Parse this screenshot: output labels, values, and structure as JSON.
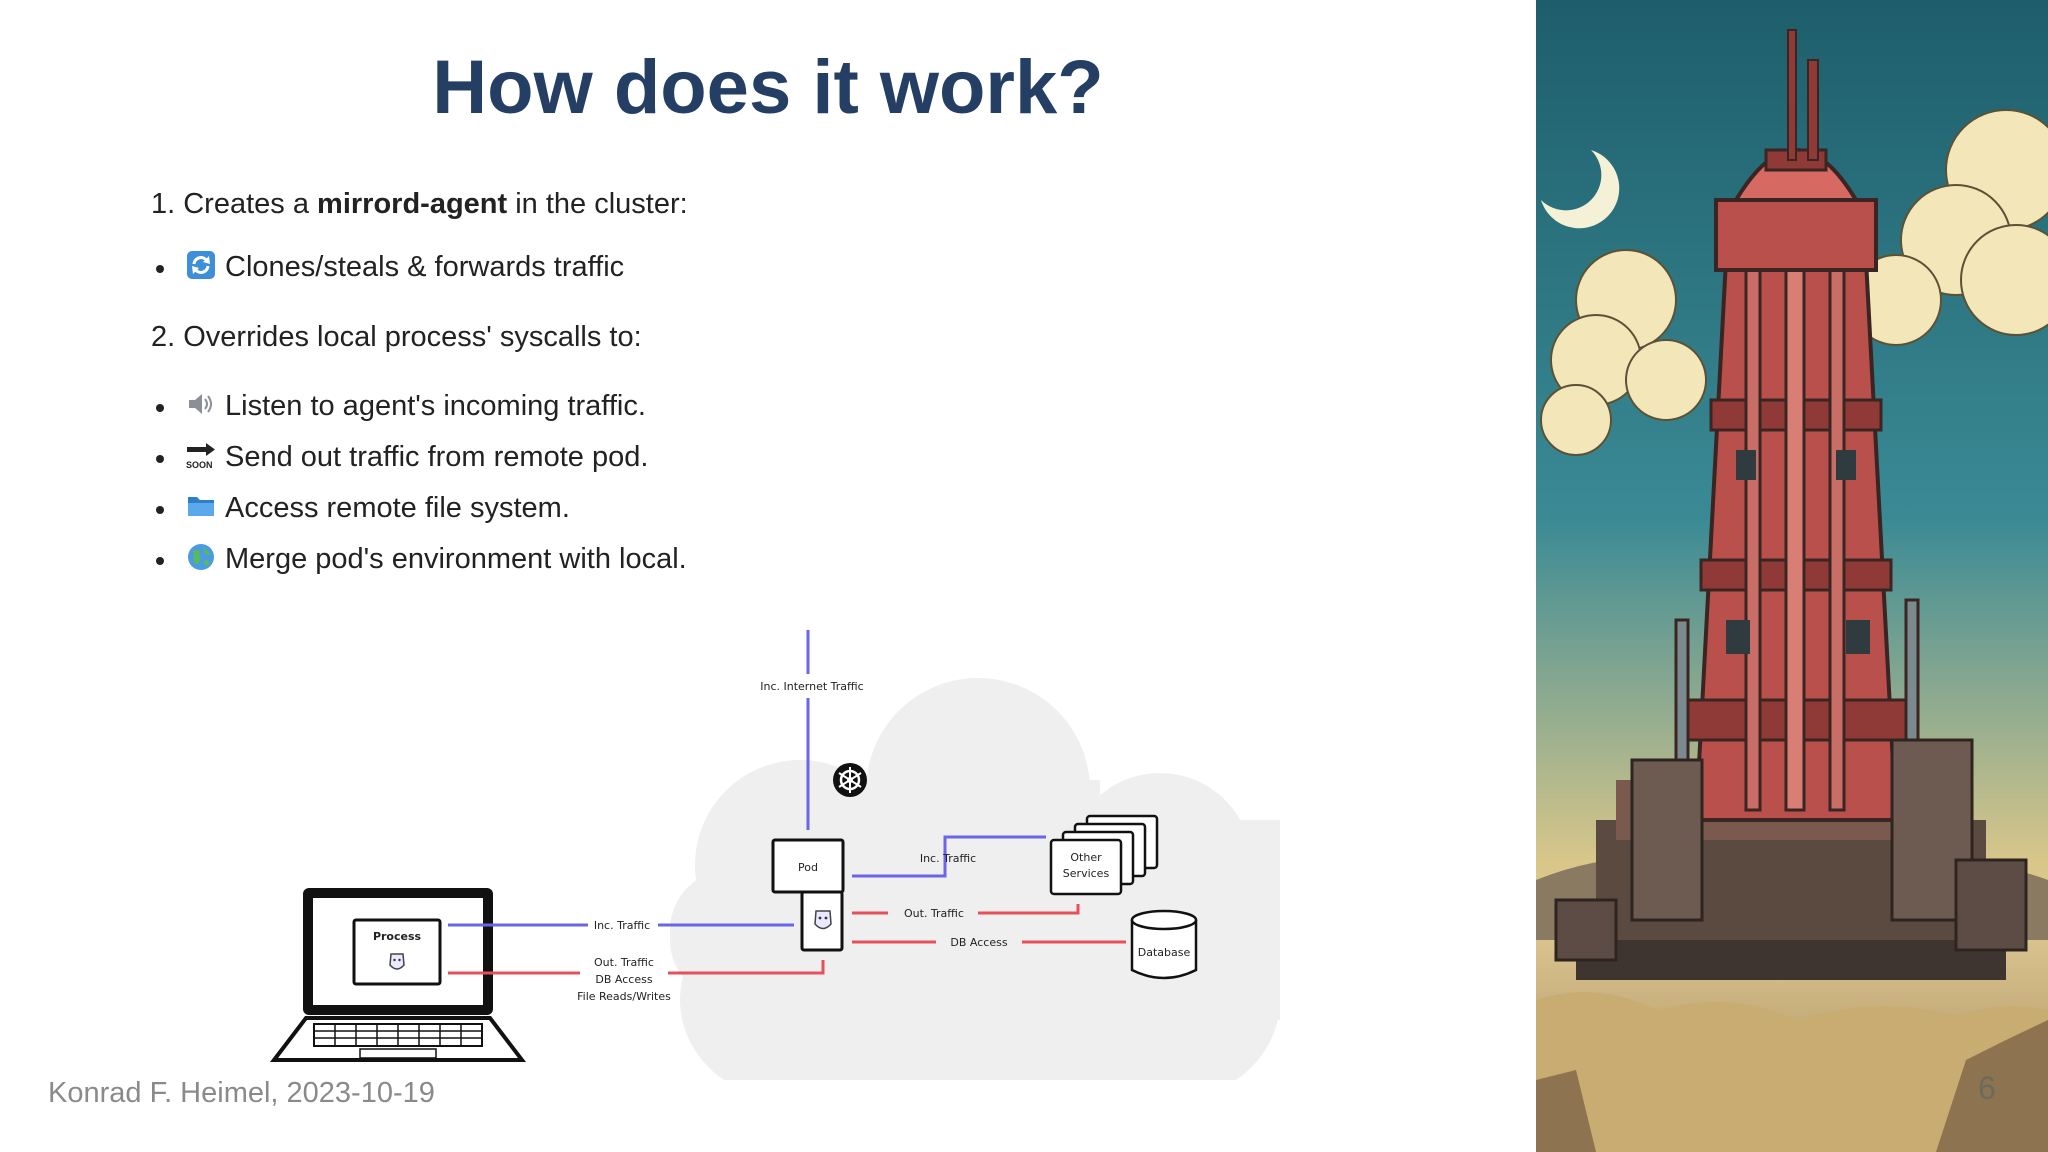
{
  "slide": {
    "title": "How does it work?",
    "step1": {
      "prefix": "1. Creates a ",
      "bold": "mirrord-agent",
      "suffix": " in the cluster:"
    },
    "step1_bullets": [
      {
        "icon": "arrows-cycle-icon",
        "text": "Clones/steals & forwards traffic"
      }
    ],
    "step2": "2. Overrides local process' syscalls to:",
    "step2_bullets": [
      {
        "icon": "speaker-icon",
        "text": "Listen to agent's incoming traffic."
      },
      {
        "icon": "soon-arrow-icon",
        "text": "Send out traffic from remote pod."
      },
      {
        "icon": "folder-icon",
        "text": "Access remote file system."
      },
      {
        "icon": "globe-icon",
        "text": "Merge pod's environment with local."
      }
    ],
    "footer": "Konrad F. Heimel, 2023-10-19",
    "page_number": "6"
  },
  "icons": {
    "soon_label": "SOON"
  },
  "diagram": {
    "internet_traffic_label": "Inc. Internet Traffic",
    "pod_label": "Pod",
    "process_label": "Process",
    "laptop_inc_traffic_label": "Inc. Traffic",
    "laptop_out_lines": [
      "Out. Traffic",
      "DB Access",
      "File Reads/Writes"
    ],
    "pod_inc_traffic_label": "Inc. Traffic",
    "pod_out_traffic_label": "Out. Traffic",
    "db_access_label": "DB Access",
    "other_services_lines": [
      "Other",
      "Services"
    ],
    "database_label": "Database",
    "colors": {
      "incoming": "#6b66e8",
      "outgoing": "#e5505a",
      "cloud": "#efefef"
    }
  }
}
